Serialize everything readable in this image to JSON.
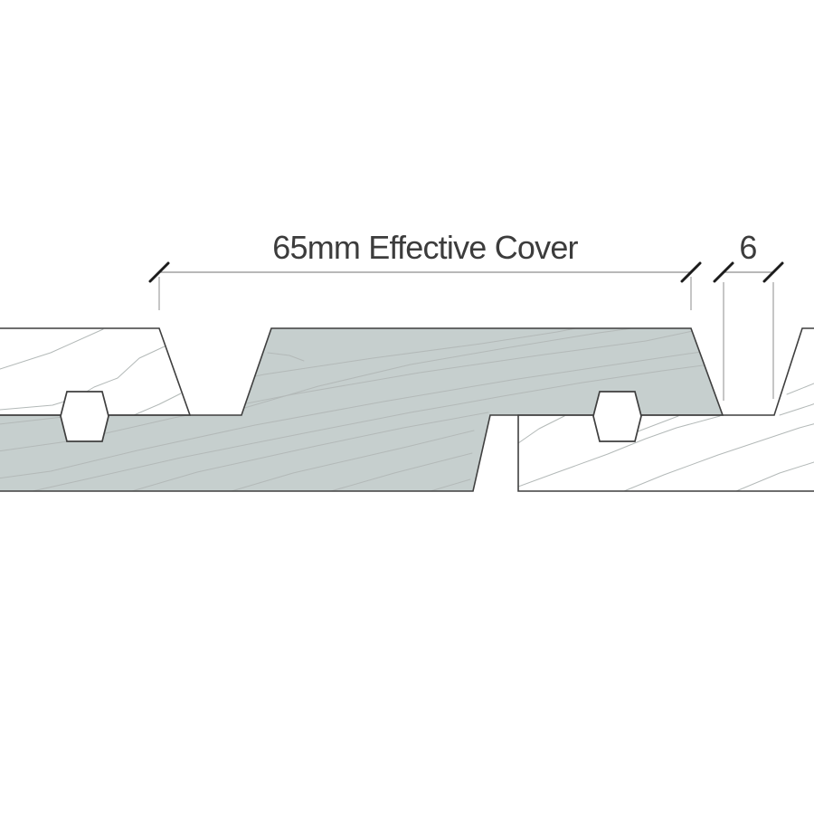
{
  "diagram": {
    "type": "timber-cladding-profile-cross-section",
    "labels": {
      "effective_cover": "65mm Effective Cover",
      "board_gap": "6"
    },
    "values": {
      "effective_cover_mm": 65,
      "board_gap_mm": 6
    },
    "colors": {
      "highlighted_board_fill": "#c6cfce",
      "adjacent_board_fill": "#ffffff",
      "outline": "#3f3f3f",
      "grain_line": "#b3b9b8",
      "dimension_line": "#8d8d8d",
      "tick": "#1c1c1c",
      "label_text": "#3c3c3c",
      "background": "#ffffff"
    }
  }
}
